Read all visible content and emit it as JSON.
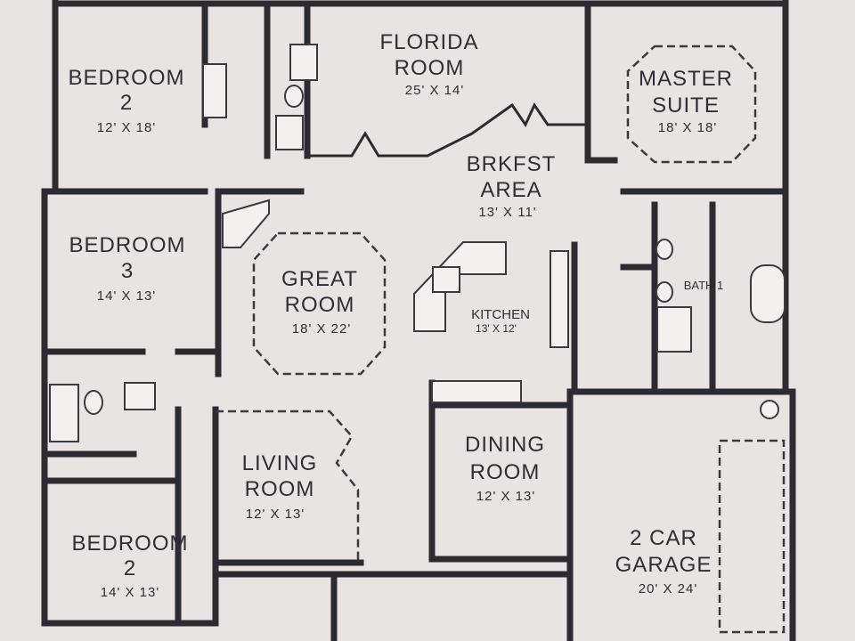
{
  "rooms": {
    "florida_room": {
      "name": "FLORIDA",
      "name2": "ROOM",
      "dims": "25' X 14'"
    },
    "master_suite": {
      "name": "MASTER",
      "name2": "SUITE",
      "dims": "18' X 18'"
    },
    "bedroom_2_top": {
      "name": "BEDROOM",
      "name2": "2",
      "dims": "12' X 18'"
    },
    "bedroom_3": {
      "name": "BEDROOM",
      "name2": "3",
      "dims": "14' X 13'"
    },
    "breakfast_area": {
      "name": "BRKFST",
      "name2": "AREA",
      "dims": "13' X 11'"
    },
    "great_room": {
      "name": "GREAT",
      "name2": "ROOM",
      "dims": "18' X 22'"
    },
    "kitchen": {
      "name": "KITCHEN",
      "dims": "13' X 12'"
    },
    "bath_1": {
      "name": "BATH 1"
    },
    "living_room": {
      "name": "LIVING",
      "name2": "ROOM",
      "dims": "12' X 13'"
    },
    "dining_room": {
      "name": "DINING",
      "name2": "ROOM",
      "dims": "12' X 13'"
    },
    "bedroom_2_bottom": {
      "name": "BEDROOM",
      "name2": "2",
      "dims": "14' X 13'"
    },
    "garage": {
      "name": "2 CAR",
      "name2": "GARAGE",
      "dims": "20' X 24'"
    }
  },
  "colors": {
    "paper": "#e7e4e3",
    "ink": "#2c2c30"
  }
}
